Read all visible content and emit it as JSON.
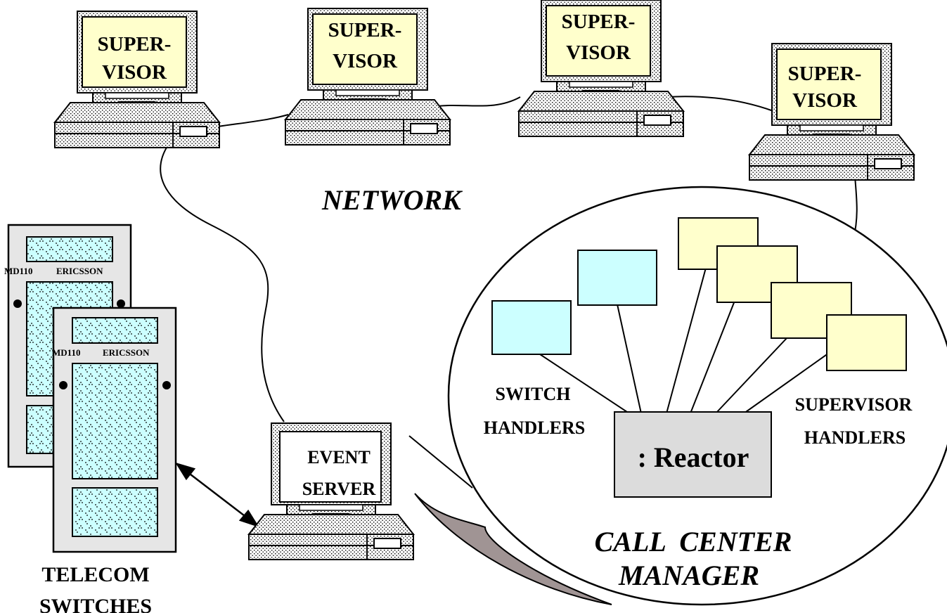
{
  "network_label": "NETWORK",
  "supervisors": [
    {
      "line1": "SUPER-",
      "line2": "VISOR"
    },
    {
      "line1": "SUPER-",
      "line2": "VISOR"
    },
    {
      "line1": "SUPER-",
      "line2": "VISOR"
    },
    {
      "line1": "SUPER-",
      "line2": "VISOR"
    }
  ],
  "event_server": {
    "line1": "EVENT",
    "line2": "SERVER"
  },
  "switches": [
    {
      "model": "MD110",
      "brand": "ERICSSON"
    },
    {
      "model": "MD110",
      "brand": "ERICSSON"
    }
  ],
  "telecom_label": {
    "line1": "TELECOM",
    "line2": "SWITCHES"
  },
  "manager": {
    "reactor": ": Reactor",
    "switch_handlers": {
      "line1": "SWITCH",
      "line2": "HANDLERS"
    },
    "supervisor_handlers": {
      "line1": "SUPERVISOR",
      "line2": "HANDLERS"
    },
    "title": {
      "line1": "CALL  CENTER",
      "line2": "MANAGER"
    }
  },
  "colors": {
    "monitor_screen": "#ffffcc",
    "switch_handler_fill": "#ccffff",
    "supervisor_handler_fill": "#ffffcc",
    "reactor_fill": "#dcdcdc",
    "switch_body": "#e6e6e6",
    "pattern_fill": "#ccffff",
    "curl_fill": "#a09494"
  }
}
